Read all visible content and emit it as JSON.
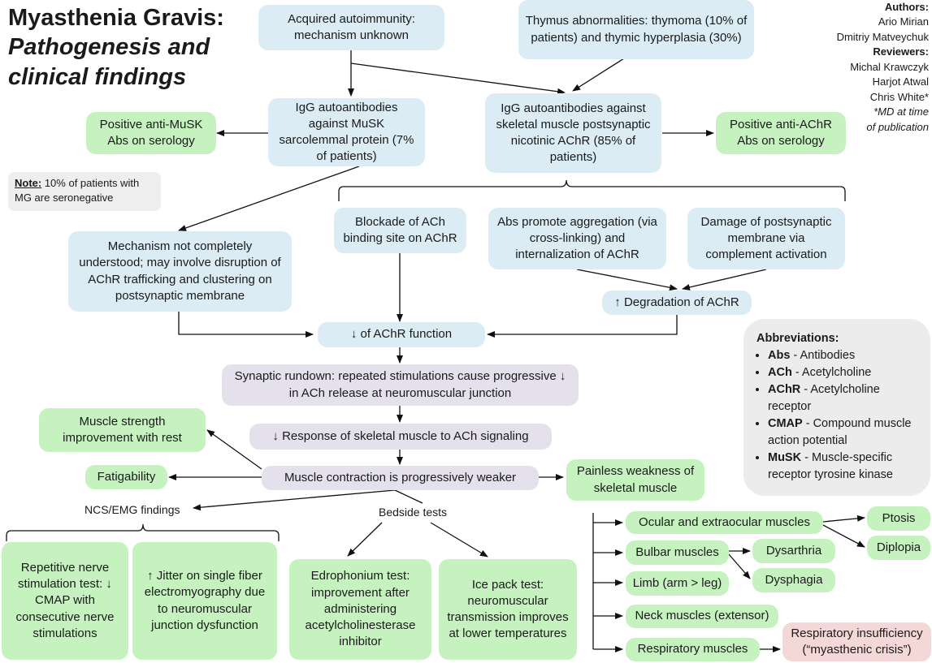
{
  "title": {
    "line1": "Myasthenia Gravis:",
    "line2": "Pathogenesis and",
    "line3": "clinical findings"
  },
  "credits": {
    "authors_heading": "Authors:",
    "authors": [
      "Ario Mirian",
      "Dmitriy Matveychuk"
    ],
    "reviewers_heading": "Reviewers:",
    "reviewers": [
      "Michal Krawczyk",
      "Harjot Atwal",
      "Chris White*"
    ],
    "footnote_line1": "*MD at time",
    "footnote_line2": "of publication"
  },
  "note": {
    "label": "Note:",
    "text": " 10% of patients with MG are seronegative"
  },
  "nodes": {
    "acquired": "Acquired autoimmunity: mechanism unknown",
    "thymus": "Thymus abnormalities: thymoma (10% of patients) and thymic hyperplasia (30%)",
    "musk_abs": "IgG autoantibodies against MuSK sarcolemmal protein (7% of patients)",
    "achr_abs": "IgG autoantibodies against skeletal muscle postsynaptic nicotinic AChR (85% of patients)",
    "anti_musk": "Positive anti-MuSK Abs on serology",
    "anti_achr": "Positive anti-AChR Abs on serology",
    "mechanism": "Mechanism not completely understood; may involve disruption of AChR trafficking and clustering on postsynaptic membrane",
    "blockade": "Blockade of ACh binding site on AChR",
    "aggregation": "Abs promote aggregation (via cross-linking) and internalization of AChR",
    "damage": "Damage of postsynaptic membrane via complement activation",
    "degradation": "↑ Degradation of AChR",
    "achr_function": "↓ of AChR function",
    "rundown": "Synaptic rundown: repeated stimulations cause progressive ↓ in ACh release at neuromuscular junction",
    "response": "↓ Response of skeletal muscle to ACh signaling",
    "contraction": "Muscle contraction is progressively weaker",
    "strength": "Muscle strength improvement with rest",
    "fatigability": "Fatigability",
    "painless": "Painless weakness of skeletal muscle",
    "repetitive": "Repetitive nerve stimulation test: ↓ CMAP with consecutive nerve stimulations",
    "jitter": "↑ Jitter on single fiber electromyography due to neuromuscular junction dysfunction",
    "edrophonium": "Edrophonium test: improvement after administering acetylcholinesterase inhibitor",
    "icepack": "Ice pack test: neuromuscular transmission improves at lower temperatures",
    "ocular": "Ocular and extraocular muscles",
    "ptosis": "Ptosis",
    "diplopia": "Diplopia",
    "bulbar": "Bulbar muscles",
    "dysarthria": "Dysarthria",
    "dysphagia": "Dysphagia",
    "limb": "Limb (arm > leg)",
    "neck": "Neck muscles (extensor)",
    "respiratory": "Respiratory muscles",
    "insufficiency": "Respiratory insufficiency (“myasthenic crisis”)"
  },
  "labels": {
    "ncs": "NCS/EMG findings",
    "bedside": "Bedside tests"
  },
  "abbreviations": {
    "heading": "Abbreviations:",
    "items": [
      {
        "term": "Abs",
        "def": " - Antibodies"
      },
      {
        "term": "ACh",
        "def": " - Acetylcholine"
      },
      {
        "term": "AChR",
        "def": " - Acetylcholine receptor"
      },
      {
        "term": "CMAP",
        "def": " - Compound muscle action potential"
      },
      {
        "term": "MuSK",
        "def": " - Muscle-specific receptor tyrosine kinase"
      }
    ]
  },
  "colors": {
    "blue": "#dbecf4",
    "green": "#c6f2c0",
    "purple": "#e4e0ec",
    "pink": "#f4d8d8",
    "grey": "#eeeeee"
  }
}
